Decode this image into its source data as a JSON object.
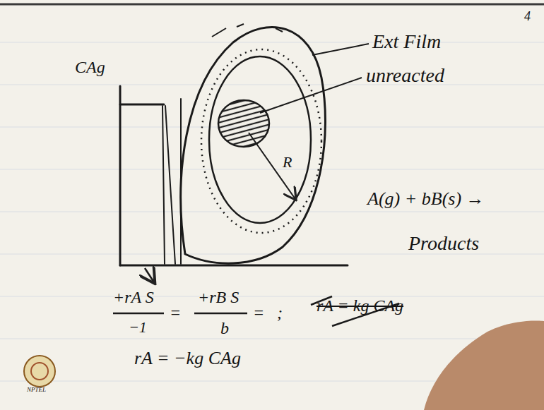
{
  "diagram": {
    "labels": [
      "4",
      "CAg",
      "Ext Film",
      "unreacted",
      "R",
      "A(g) + bB(s) →",
      "Products",
      "+rA S",
      "−1",
      "=",
      "+rB S",
      "b",
      "=",
      ";",
      "rA = kg CAg",
      "rA = −kg CAg",
      "NPTEL"
    ]
  }
}
